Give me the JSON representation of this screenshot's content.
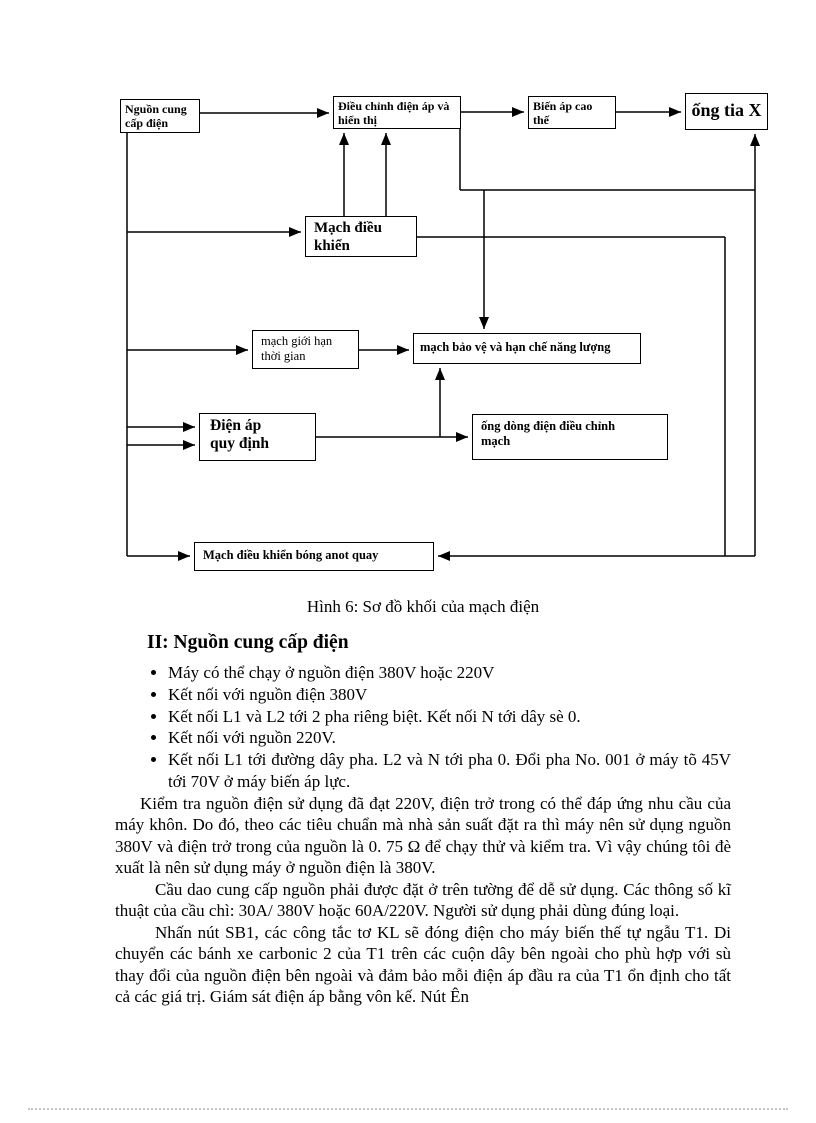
{
  "diagram": {
    "caption": "Hình 6: Sơ đồ khối của mạch điện",
    "boxes": [
      {
        "label": "Nguồn cung cấp điện"
      },
      {
        "label": "Điều chỉnh điện áp và hiển thị"
      },
      {
        "label": "Biến áp cao thế"
      },
      {
        "label": "ống tia X"
      },
      {
        "label": "Mạch điều khiển"
      },
      {
        "label": "mạch giới hạn thời gian"
      },
      {
        "label": "mạch bảo vệ và hạn chế năng lượng"
      },
      {
        "label": "Điện áp quy định"
      },
      {
        "label": "ống dòng điện điều chỉnh mạch"
      },
      {
        "label": "Mạch điều khiển bóng anot quay"
      }
    ]
  },
  "section": {
    "heading": "II: Nguồn cung cấp điện",
    "bullets": [
      "Máy có thể chạy ở nguồn điện 380V hoặc 220V",
      "Kết nối với nguồn điện 380V",
      "Kết nối L1 và L2 tới 2 pha riêng biệt. Kết nối N tới dây sè 0.",
      "Kết nối với nguồn 220V.",
      "Kết nối L1 tới đường dây pha. L2 và N tới pha 0. Đổi pha No. 001 ở máy tõ 45V tới 70V ở máy biến áp lực."
    ],
    "paragraphs": [
      "Kiểm tra nguồn điện sử dụng đã đạt 220V, điện trở trong có thể đáp ứng nhu cầu của máy khôn. Do đó, theo các tiêu chuẩn mà nhà sản suất đặt ra thì máy nên sử dụng nguồn 380V và điện trở trong của nguồn là 0. 75 Ω để chạy thử và kiểm tra. Vì vậy chúng tôi đè xuất là nên sử dụng máy ở nguồn điện là 380V.",
      "Cầu dao cung cấp nguồn phải được đặt ở trên tường để dễ sử dụng. Các thông số kĩ thuật của cầu chì: 30A/ 380V hoặc 60A/220V. Người sử dụng phải dùng đúng loại.",
      "Nhấn nút SB1, các công tắc tơ KL sẽ đóng điện cho máy biến thế tự ngẫu T1. Di chuyển các bánh xe carbonic 2 của T1 trên các cuộn dây bên ngoài cho phù hợp với sù thay đổi của nguồn điện bên ngoài và đảm bảo mỗi điện áp đầu ra của T1 ổn định cho tất cả các giá trị. Giám sát điện áp bằng vôn kế. Nút Ên"
    ]
  }
}
